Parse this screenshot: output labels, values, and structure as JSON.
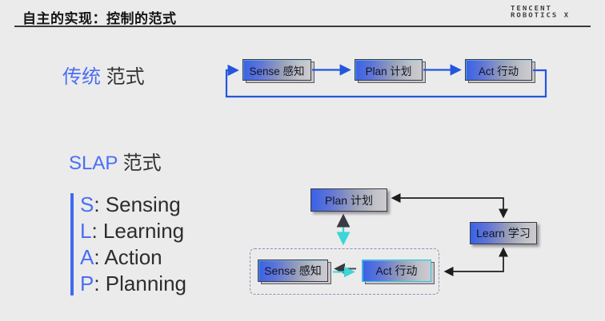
{
  "header": {
    "title": "自主的实现：控制的范式",
    "logo": {
      "line1": "TENCENT",
      "line2": "ROBOTICS X"
    }
  },
  "traditional": {
    "heading": {
      "highlight": "传统",
      "rest": " 范式"
    },
    "boxes": [
      {
        "label": "Sense 感知"
      },
      {
        "label": "Plan 计划"
      },
      {
        "label": "Act 行动"
      }
    ],
    "flow": "Sense 感知 → Plan 计划 → Act 行动 → (feedback loop back to Sense)"
  },
  "slap": {
    "heading": {
      "highlight": "SLAP",
      "rest": " 范式"
    },
    "legend": [
      {
        "letter": "S",
        "rest": ": Sensing"
      },
      {
        "letter": "L",
        "rest": ": Learning"
      },
      {
        "letter": "A",
        "rest": ": Action"
      },
      {
        "letter": "P",
        "rest": ": Planning"
      }
    ],
    "boxes": {
      "plan": "Plan 计划",
      "learn": "Learn 学习",
      "sense": "Sense 感知",
      "act": "Act 行动"
    }
  },
  "colors": {
    "background": "#ebebeb",
    "accent_blue_text": "#4a6ef5",
    "box_gradient_start": "#3a62e6",
    "box_gradient_end": "#cbcbd0",
    "arrow_blue": "#2456dd",
    "arrow_black": "#1c1c1c",
    "arrow_cyan": "#3bd6d6",
    "legend_bar": "#3e6af0"
  }
}
